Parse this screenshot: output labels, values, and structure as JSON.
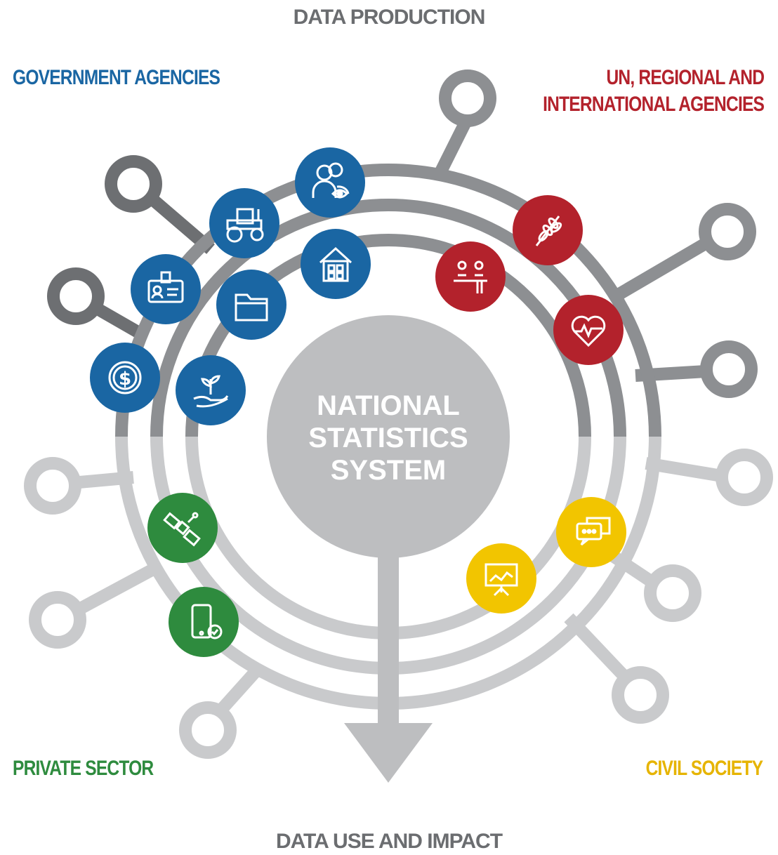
{
  "labels": {
    "top": "DATA PRODUCTION",
    "bottom": "DATA USE AND IMPACT",
    "government": "GOVERNMENT AGENCIES",
    "un_line1": "UN, REGIONAL AND",
    "un_line2": "INTERNATIONAL AGENCIES",
    "private": "PRIVATE SECTOR",
    "civil": "CIVIL SOCIETY"
  },
  "center": {
    "line1": "NATIONAL",
    "line2": "STATISTICS",
    "line3": "SYSTEM"
  },
  "colors": {
    "government": "#1a66a3",
    "un": "#b3222c",
    "private": "#2e8b3e",
    "civil": "#f2c500",
    "ring_dark": "#8d8f92",
    "ring_light": "#c9cacc",
    "node_dark": "#6d6f72",
    "center": "#bdbec0"
  },
  "icons": [
    {
      "name": "people-eye-icon",
      "group": "government"
    },
    {
      "name": "tractor-icon",
      "group": "government"
    },
    {
      "name": "house-icon",
      "group": "government"
    },
    {
      "name": "id-card-icon",
      "group": "government"
    },
    {
      "name": "folder-icon",
      "group": "government"
    },
    {
      "name": "dollar-coin-icon",
      "group": "government"
    },
    {
      "name": "hand-plant-icon",
      "group": "government"
    },
    {
      "name": "wheat-icon",
      "group": "un"
    },
    {
      "name": "meeting-icon",
      "group": "un"
    },
    {
      "name": "heart-pulse-icon",
      "group": "un"
    },
    {
      "name": "satellite-icon",
      "group": "private"
    },
    {
      "name": "mobile-phone-icon",
      "group": "private"
    },
    {
      "name": "chat-bubbles-icon",
      "group": "civil"
    },
    {
      "name": "presentation-chart-icon",
      "group": "civil"
    }
  ]
}
